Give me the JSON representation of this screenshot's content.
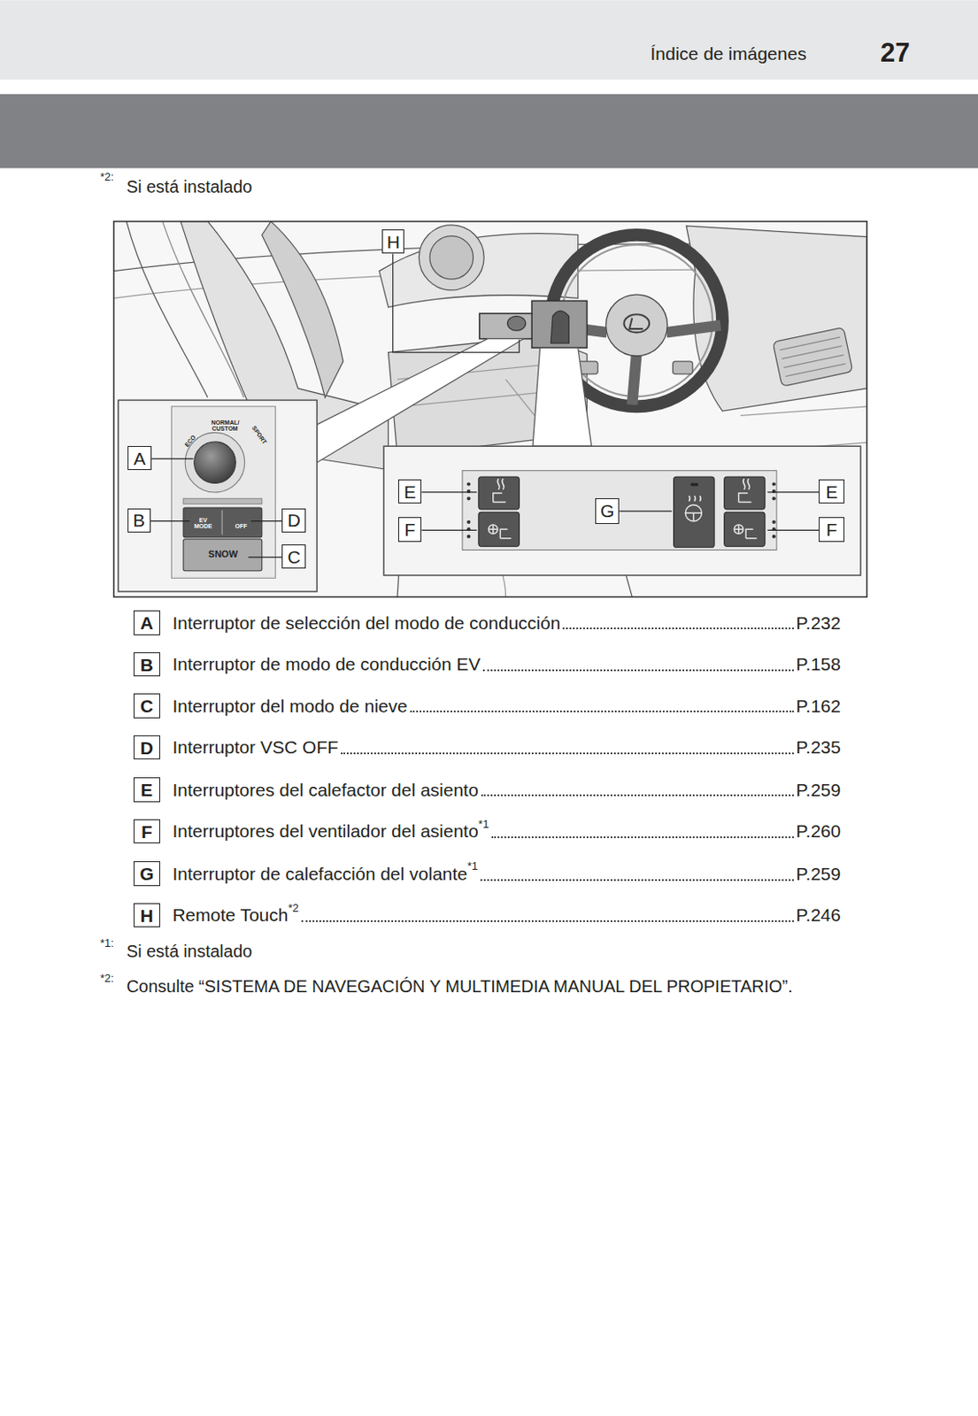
{
  "diagram": {
    "title": "Índice de imágenes",
    "labels": [
      "27",
      "*2:",
      "Si está instalado",
      "H",
      "NORMAL/ CUSTOM",
      "ECO",
      "SPORT",
      "EV MODE",
      "OFF",
      "SNOW",
      "A",
      "B",
      "D",
      "C",
      "E",
      "F",
      "G",
      "E",
      "F",
      "A",
      "Interruptor de selección del modo de conducción",
      "P.232",
      "B",
      "Interruptor de modo de conducción EV",
      "P.158",
      "C",
      "Interruptor del modo de nieve",
      "P.162",
      "D",
      "Interruptor VSC OFF",
      "P.235",
      "E",
      "Interruptores del calefactor del asiento",
      "P.259",
      "F",
      "Interruptores del ventilador del asiento",
      "*1",
      "P.260",
      "G",
      "Interruptor de calefacción del volante",
      "*1",
      "P.259",
      "H",
      "Remote Touch",
      "*2",
      "P.246",
      "*1:",
      "Si está instalado",
      "*2:",
      "Consulte “SISTEMA DE NAVEGACIÓN Y MULTIMEDIA MANUAL DEL PROPIETARIO”."
    ]
  }
}
